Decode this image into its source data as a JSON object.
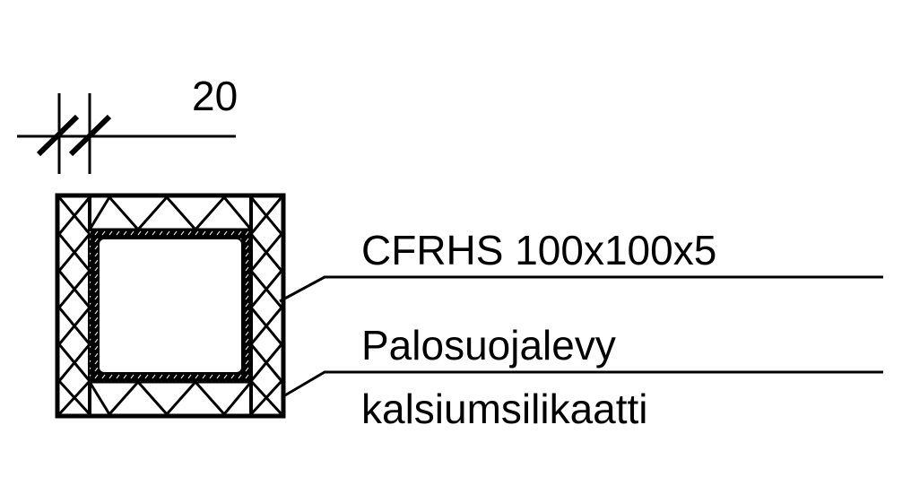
{
  "drawing": {
    "dimension": {
      "value": "20"
    },
    "labels": {
      "profile": "CFRHS 100x100x5",
      "board_line1": "Palosuojalevy",
      "board_line2": "kalsiumsilikaatti"
    },
    "colors": {
      "ink": "#000000",
      "background": "#ffffff"
    }
  }
}
